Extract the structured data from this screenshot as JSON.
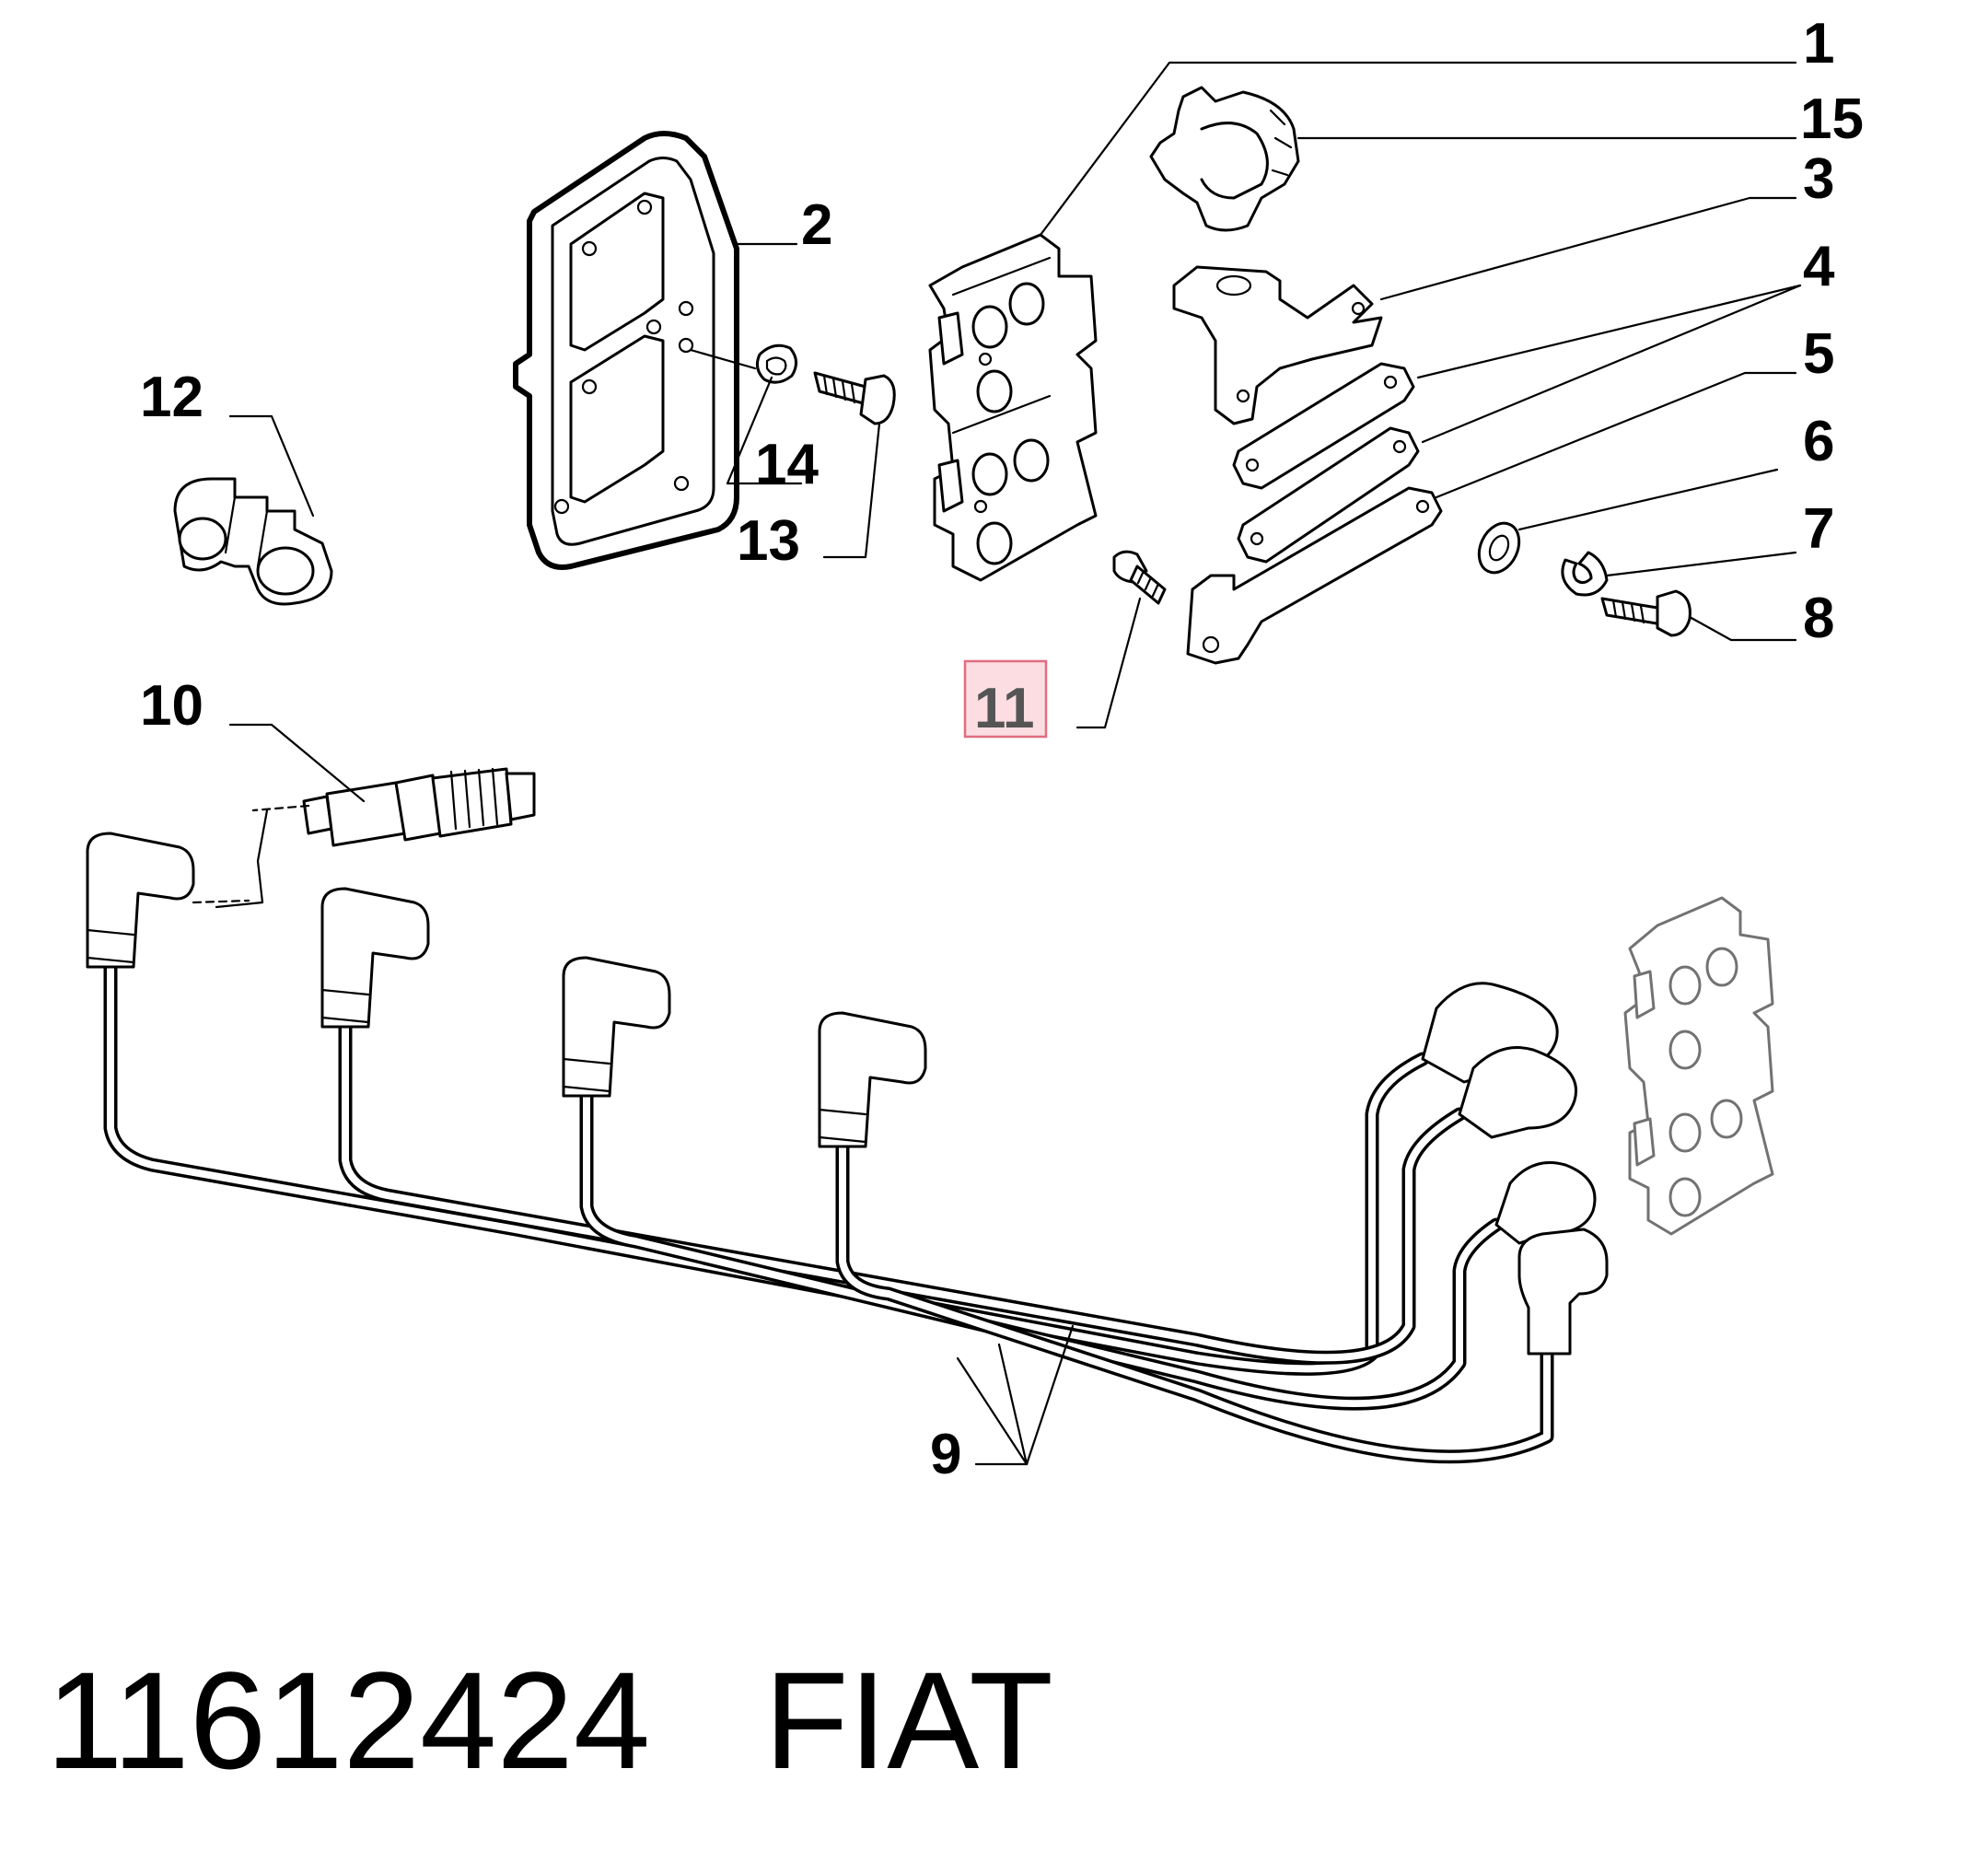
{
  "callouts": [
    {
      "id": "1",
      "label": "1"
    },
    {
      "id": "2",
      "label": "2"
    },
    {
      "id": "3",
      "label": "3"
    },
    {
      "id": "4",
      "label": "4"
    },
    {
      "id": "5",
      "label": "5"
    },
    {
      "id": "6",
      "label": "6"
    },
    {
      "id": "7",
      "label": "7"
    },
    {
      "id": "8",
      "label": "8"
    },
    {
      "id": "9",
      "label": "9"
    },
    {
      "id": "10",
      "label": "10"
    },
    {
      "id": "11",
      "label": "11",
      "highlighted": true
    },
    {
      "id": "12",
      "label": "12"
    },
    {
      "id": "13",
      "label": "13"
    },
    {
      "id": "14",
      "label": "14"
    },
    {
      "id": "15",
      "label": "15"
    }
  ],
  "highlight_color": "#fbdde2",
  "highlight_border": "#e06d80",
  "footer": {
    "part_number": "11612424",
    "brand": "FIAT"
  }
}
